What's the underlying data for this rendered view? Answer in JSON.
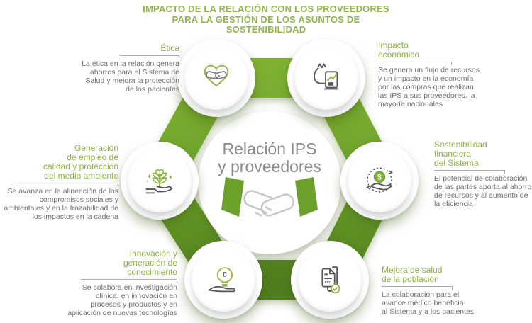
{
  "title": "IMPACTO DE LA RELACIÓN CON LOS PROVEEDORES\nPARA LA GESTIÓN DE LOS ASUNTOS DE\nSOSTENIBILIDAD",
  "center": {
    "label": "Relación IPS\ny proveedores",
    "icon": "handshake-icon"
  },
  "colors": {
    "ring_green_light": "#7fb032",
    "ring_green_dark": "#507e1e",
    "heading_green": "#8fb042",
    "title_green": "#93b44d",
    "body_gray": "#6d6e71",
    "center_gray": "#8a8c8f",
    "rule_gray": "#a8aaad",
    "icon_gray": "#55565a",
    "icon_green": "#8db33c"
  },
  "nodes": [
    {
      "id": "etica",
      "icon": "heart-handshake-icon",
      "title": "Ética",
      "body": "La ética en la relación genera\nahorros para el Sistema de\nSalud y mejora la protección\nde los pacientes"
    },
    {
      "id": "impacto-economico",
      "icon": "money-bag-chart-icon",
      "title": "Impacto\neconómico",
      "body": "Se genera un flujo de recursos\ny un impacto en la economía\npor las compras que realizan\nlas IPS a sus proveedores, la\nmayoría nacionales"
    },
    {
      "id": "generacion-empleo-medio-ambiente",
      "icon": "plant-in-hand-icon",
      "title": "Generación\nde empleo de\ncalidad y protección\ndel medio ambiente",
      "body": "Se avanza en la alineación de los\ncompromisos sociales y\nambientales y en la trazabilidad de\nlos impactos en la cadena"
    },
    {
      "id": "sostenibilidad-financiera",
      "icon": "money-cycle-hand-icon",
      "title": "Sostenibilidad\nfinanciera\ndel Sistema",
      "body": "El potencial de colaboración\nde las partes aporta al ahorro\nde recursos y al aumento de\nla eficiencia"
    },
    {
      "id": "innovacion-conocimiento",
      "icon": "lightbulb-hand-icon",
      "title": "Innovación y\ngeneración de\nconocimiento",
      "body": "Se colabora en investigación\nclínica, en innovación en\nprocesos y productos y en\naplicación de nuevas tecnologías"
    },
    {
      "id": "mejora-salud",
      "icon": "iv-bag-check-icon",
      "title": "Mejora de salud\nde la población",
      "body": "La colaboración para el\navance médico beneficia\nal Sistema y a los pacientes"
    }
  ]
}
